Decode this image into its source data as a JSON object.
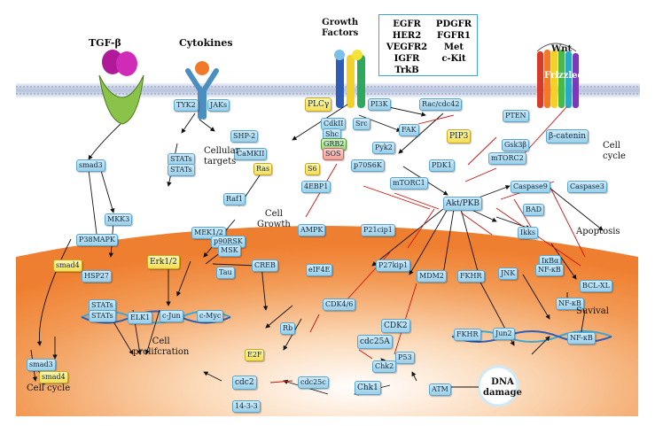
{
  "ligands": {
    "tgfb": "TGF-β",
    "cytokines": "Cytokines",
    "growth_factors": "Growth\nFactors",
    "wnt": "Wnt",
    "frizzled": "Frizzled"
  },
  "growth_factor_list": {
    "left": [
      "EGFR",
      "HER2",
      "VEGFR2",
      "IGFR",
      "TrkB"
    ],
    "right": [
      "PDGFR",
      "FGFR1",
      "Met",
      "c-Kit"
    ]
  },
  "nodes": {
    "tyk2": "TYK2",
    "jaks": "JAKs",
    "plcg": "PLCγ",
    "pi3k": "PI3K",
    "rac": "Rac/cdc42",
    "pten": "PTEN",
    "pip3": "PIP3",
    "shp2": "SHP-2",
    "camkii": "CaMKII",
    "cdkii": "CdkII",
    "shc": "Shc",
    "grb2": "GRB2",
    "sos": "SOS",
    "src": "Src",
    "fak": "FAK",
    "pyk2": "Pyk2",
    "gsk3b": "Gsk3β",
    "bcatenin": "β-catenin",
    "smad3_top": "smad3",
    "mkk3": "MKK3",
    "stats1": "STATs",
    "stats2": "STATs",
    "ras": "Ras",
    "raf1": "Raf1",
    "s6": "S6",
    "p70s6k": "p70S6K",
    "pdk1": "PDK1",
    "mtorc2": "mTORC2",
    "4ebp1": "4EBP1",
    "mtorc1": "mTORC1",
    "aktpkb": "Akt/PKB",
    "caspase9": "Caspase9",
    "caspase3": "Caspase3",
    "bad": "BAD",
    "p38mapk": "P38MAPK",
    "mek12": "MEK1/2",
    "p90rsk": "p90RSK",
    "msk": "MSK",
    "ampk": "AMPK",
    "p21cip1": "P21cip1",
    "ikks": "Ikks",
    "smad4_a": "smad4",
    "hsp27": "HSP27",
    "erk12": "Erk1/2",
    "tau": "Tau",
    "creb": "CREB",
    "eif4e": "eIF4E",
    "p27kip1": "P27kip1",
    "mdm2": "MDM2",
    "fkhr": "FKHR",
    "jnk": "JNK",
    "ikba": "IκBα",
    "nfkb1": "NF-κB",
    "bclxl": "BCL-XL",
    "nfkb2": "NF-κB",
    "stats3": "STATs",
    "stats4": "STATs",
    "elk1": "ELK1",
    "cjun": "c-Jun",
    "cmyc": "c-Myc",
    "cdk46": "CDK4/6",
    "rb": "Rb",
    "cdk2": "CDK2",
    "cdc25a": "cdc25A",
    "smad3_b": "smad3",
    "smad4_b": "smad4",
    "e2f": "E2F",
    "chk2": "Chk2",
    "p53": "P53",
    "fkhr2": "FKHR",
    "jun2": "Jun2",
    "nfkb3": "NF-κB",
    "cdc2": "cdc2",
    "cdc25c": "cdc25c",
    "chk1": "Chk1",
    "atm": "ATM",
    "1433": "14-3-3"
  },
  "texts": {
    "cellular_targets": "Cellular\ntargets",
    "cell_growth": "Cell\nGrowth",
    "cell_cycle_right": "Cell\ncycle",
    "apoptosis": "Apoptosis",
    "survival": "Suvival",
    "cell_prolif": "Cell\nprolifcration",
    "cell_cycle_left": "Cell cycle",
    "dna_damage": "DNA\ndamage"
  },
  "colors": {
    "node_fill": "#9ccfe8",
    "node_border": "#5aa6cf",
    "highlight": "#f3de5a",
    "nucleus": "#f08a3c",
    "membrane": "#c9d3e8",
    "inhibit": "#d01010",
    "activate": "#111111"
  }
}
